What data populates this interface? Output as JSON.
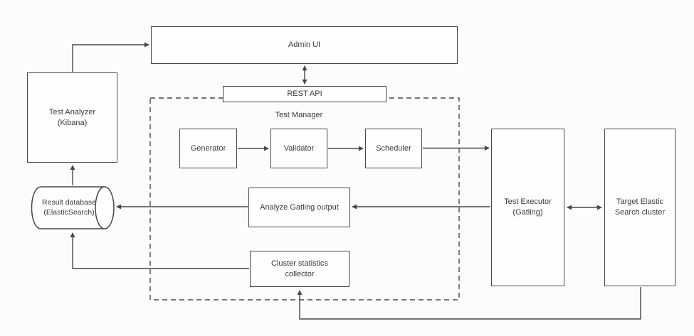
{
  "diagram": {
    "type": "architecture-flow",
    "nodes": {
      "admin_ui": "Admin UI",
      "rest_api": "REST API",
      "test_manager": "Test Manager",
      "generator": "Generator",
      "validator": "Validator",
      "scheduler": "Scheduler",
      "analyze_gatling_output": "Analyze Gatling output",
      "cluster_statistics_collector": "Cluster statistics collector",
      "test_executor": "Test Executor (Gatling)",
      "target_elastic_search_cluster": "Target Elastic Search cluster",
      "test_analyzer": "Test Analyzer (Kibana)",
      "result_database": "Result database (ElasticSearch)"
    },
    "groups": {
      "test_manager_container": {
        "label": "Test Manager",
        "style": "dashed",
        "children": [
          "generator",
          "validator",
          "scheduler",
          "analyze_gatling_output",
          "cluster_statistics_collector"
        ]
      }
    },
    "edges": [
      {
        "from": "test_analyzer",
        "to": "admin_ui",
        "direction": "one-way"
      },
      {
        "from": "admin_ui",
        "to": "rest_api",
        "direction": "two-way"
      },
      {
        "from": "generator",
        "to": "validator",
        "direction": "one-way"
      },
      {
        "from": "validator",
        "to": "scheduler",
        "direction": "one-way"
      },
      {
        "from": "scheduler",
        "to": "test_executor",
        "direction": "one-way"
      },
      {
        "from": "test_executor",
        "to": "analyze_gatling_output",
        "direction": "one-way"
      },
      {
        "from": "analyze_gatling_output",
        "to": "result_database",
        "direction": "one-way"
      },
      {
        "from": "result_database",
        "to": "test_analyzer",
        "direction": "one-way"
      },
      {
        "from": "test_executor",
        "to": "target_elastic_search_cluster",
        "direction": "two-way"
      },
      {
        "from": "target_elastic_search_cluster",
        "to": "cluster_statistics_collector",
        "direction": "one-way"
      },
      {
        "from": "cluster_statistics_collector",
        "to": "result_database",
        "direction": "one-way"
      }
    ],
    "colors": {
      "stroke": "#474747",
      "text": "#3a3a3a",
      "background": "#fcfcfc",
      "node_fill": "#fefefe"
    }
  }
}
